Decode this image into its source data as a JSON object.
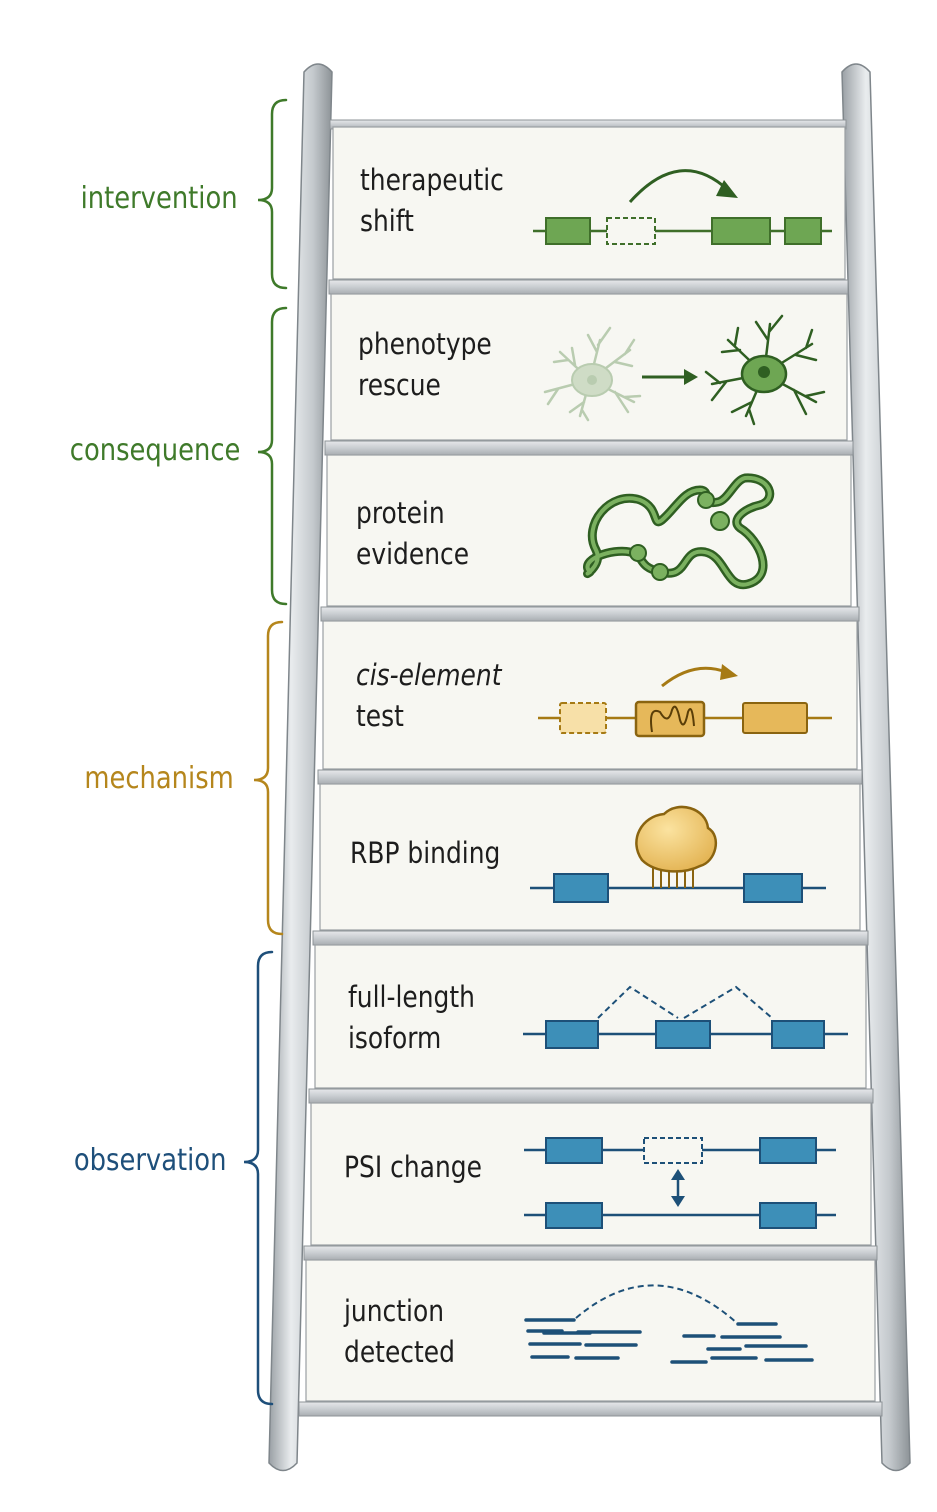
{
  "colors": {
    "intervention": "#3f7a2a",
    "consequence": "#3f7a2a",
    "mechanism": "#b5861c",
    "observation": "#1e4f7a",
    "rung_fill": "#f7f7f2",
    "rail": "#b9bec2",
    "exon_green": "#6ea653",
    "exon_gold": "#e6b85a",
    "exon_blue": "#3d8fb8",
    "line_blue": "#1d5078"
  },
  "categories": {
    "intervention": "intervention",
    "consequence": "consequence",
    "mechanism": "mechanism",
    "observation": "observation"
  },
  "rungs": {
    "therapeutic_shift": {
      "label": "therapeutic\nshift",
      "icon": "exon-skip-arrow-icon"
    },
    "phenotype_rescue": {
      "label": "phenotype\nrescue",
      "icon": "neuron-rescue-icon"
    },
    "protein_evidence": {
      "label": "protein\nevidence",
      "icon": "protein-chain-icon"
    },
    "cis_element_test": {
      "label_italic": "cis-element",
      "label_rest": "test",
      "icon": "cis-element-icon"
    },
    "rbp_binding": {
      "label": "RBP binding",
      "icon": "rbp-binding-icon"
    },
    "full_length_isoform": {
      "label": "full-length\nisoform",
      "icon": "isoform-junction-icon"
    },
    "psi_change": {
      "label": "PSI change",
      "icon": "psi-change-icon"
    },
    "junction_detected": {
      "label": "junction\ndetected",
      "icon": "reads-junction-icon"
    }
  }
}
